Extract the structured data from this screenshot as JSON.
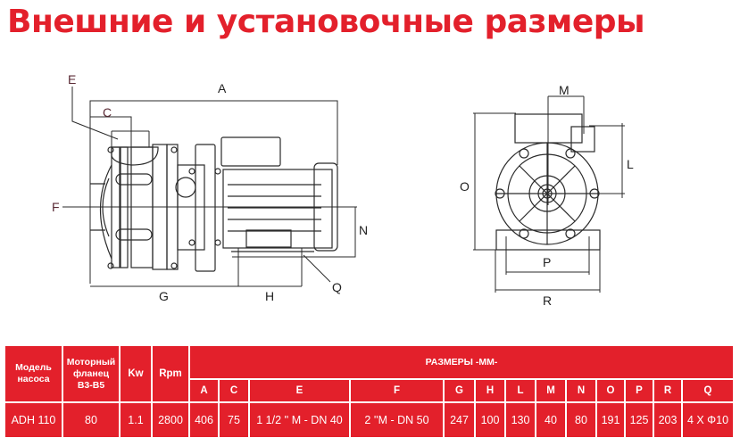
{
  "title": "Внешние и установочные размеры",
  "diagram": {
    "side_view_labels": {
      "A": "A",
      "C": "C",
      "E": "E",
      "F": "F",
      "G": "G",
      "H": "H",
      "N": "N",
      "Q": "Q"
    },
    "front_view_labels": {
      "M": "M",
      "L": "L",
      "O": "O",
      "P": "P",
      "R": "R"
    }
  },
  "table": {
    "headers": {
      "model": "Модель насоса",
      "flange": "Моторный фланец B3-B5",
      "kw": "Kw",
      "rpm": "Rpm",
      "dimensions_group": "РАЗМЕРЫ -MM-"
    },
    "dimension_columns": [
      "A",
      "C",
      "E",
      "F",
      "G",
      "H",
      "L",
      "M",
      "N",
      "O",
      "P",
      "R",
      "Q"
    ],
    "rows": [
      {
        "model": "ADH 110",
        "flange": "80",
        "kw": "1.1",
        "rpm": "2800",
        "dims": [
          "406",
          "75",
          "1 1/2 '' M - DN 40",
          "2 ''M -  DN 50",
          "247",
          "100",
          "130",
          "40",
          "80",
          "191",
          "125",
          "203",
          "4 X Φ10"
        ]
      }
    ]
  },
  "colors": {
    "accent": "#e3202b",
    "text_on_accent": "#ffffff"
  }
}
